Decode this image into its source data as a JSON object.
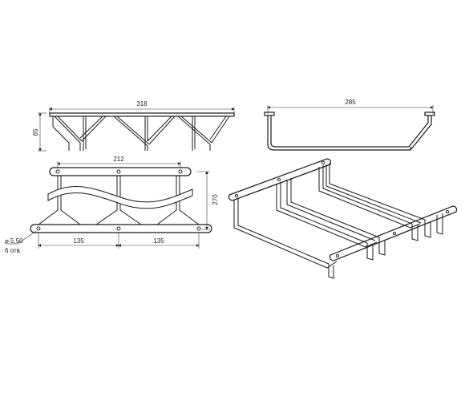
{
  "dimensions": {
    "front_width": "318",
    "front_height": "65",
    "side_width": "285",
    "top_hole_spacing": "212",
    "top_depth": "270",
    "bottom_spacing_left": "135",
    "bottom_spacing_right": "135",
    "hole_diameter": "⌀ 5,50",
    "hole_count": "6 отв."
  },
  "colors": {
    "line": "#1a1a1a",
    "background": "#ffffff"
  }
}
